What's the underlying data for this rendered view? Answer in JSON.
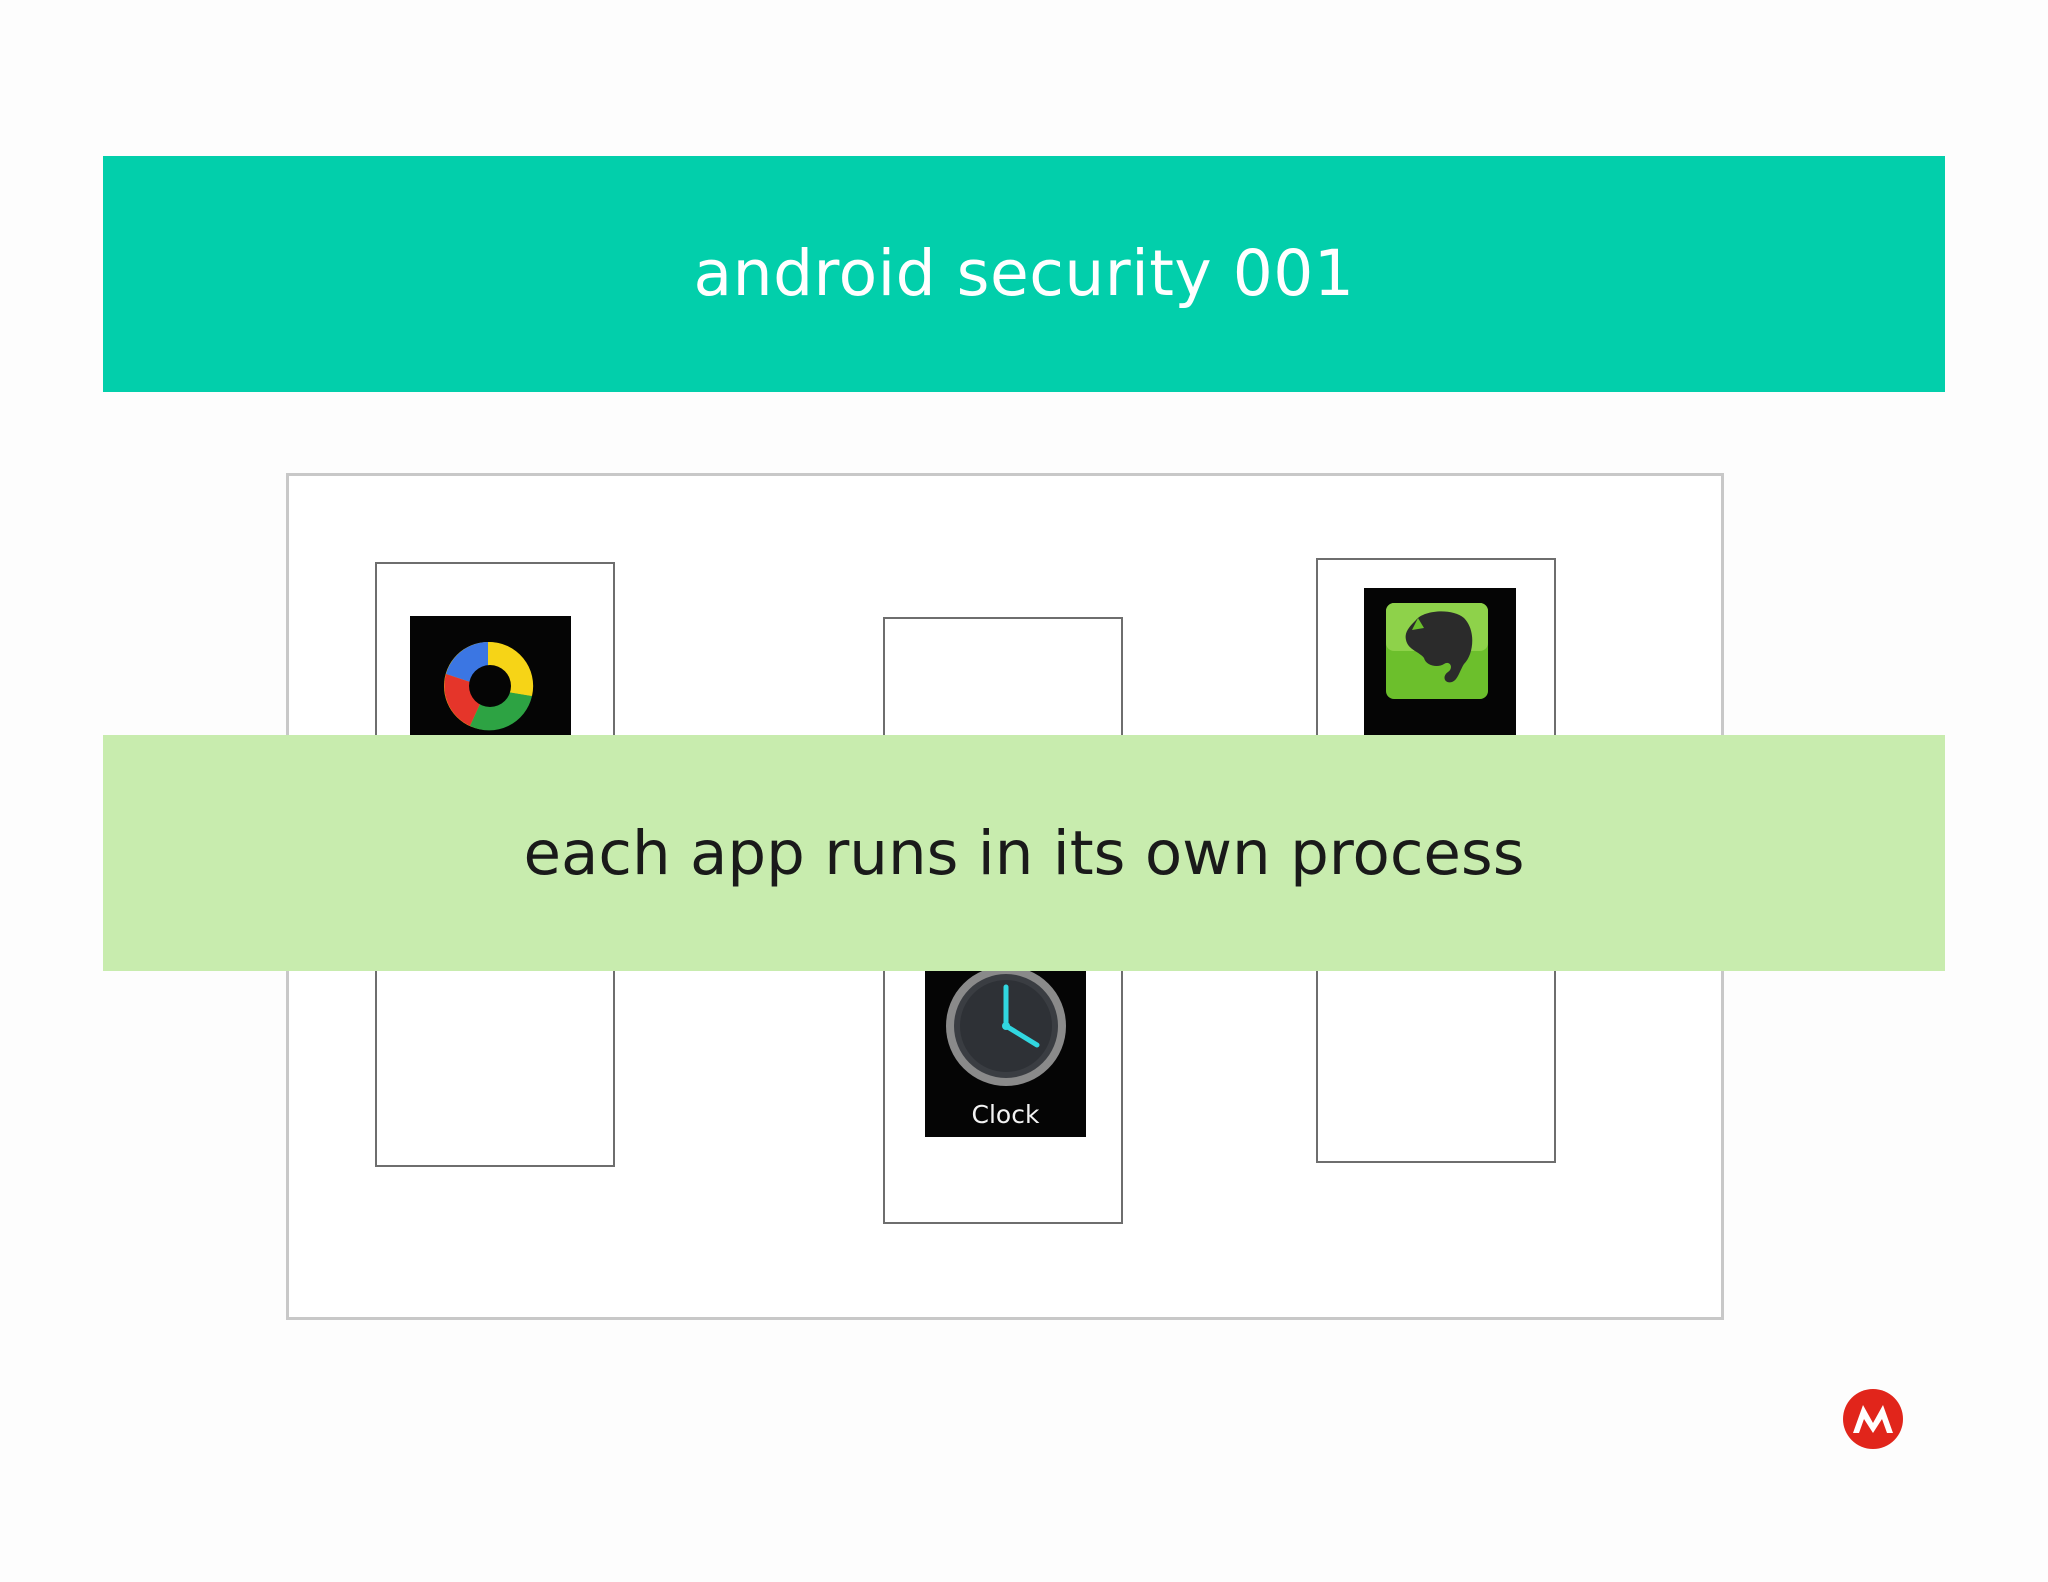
{
  "slide": {
    "title": "android security 001",
    "caption": "each app runs in its own process"
  },
  "apps": {
    "left_icon": "colorful-ring-app-icon",
    "center_label": "Clock",
    "center_icon": "clock-icon",
    "right_icon": "evernote-elephant-icon"
  },
  "brand": {
    "logo_icon": "motorola-logo-icon"
  },
  "colors": {
    "title_band": "#02cfab",
    "caption_band": "#c8ecae",
    "logo_red": "#e1251b"
  }
}
